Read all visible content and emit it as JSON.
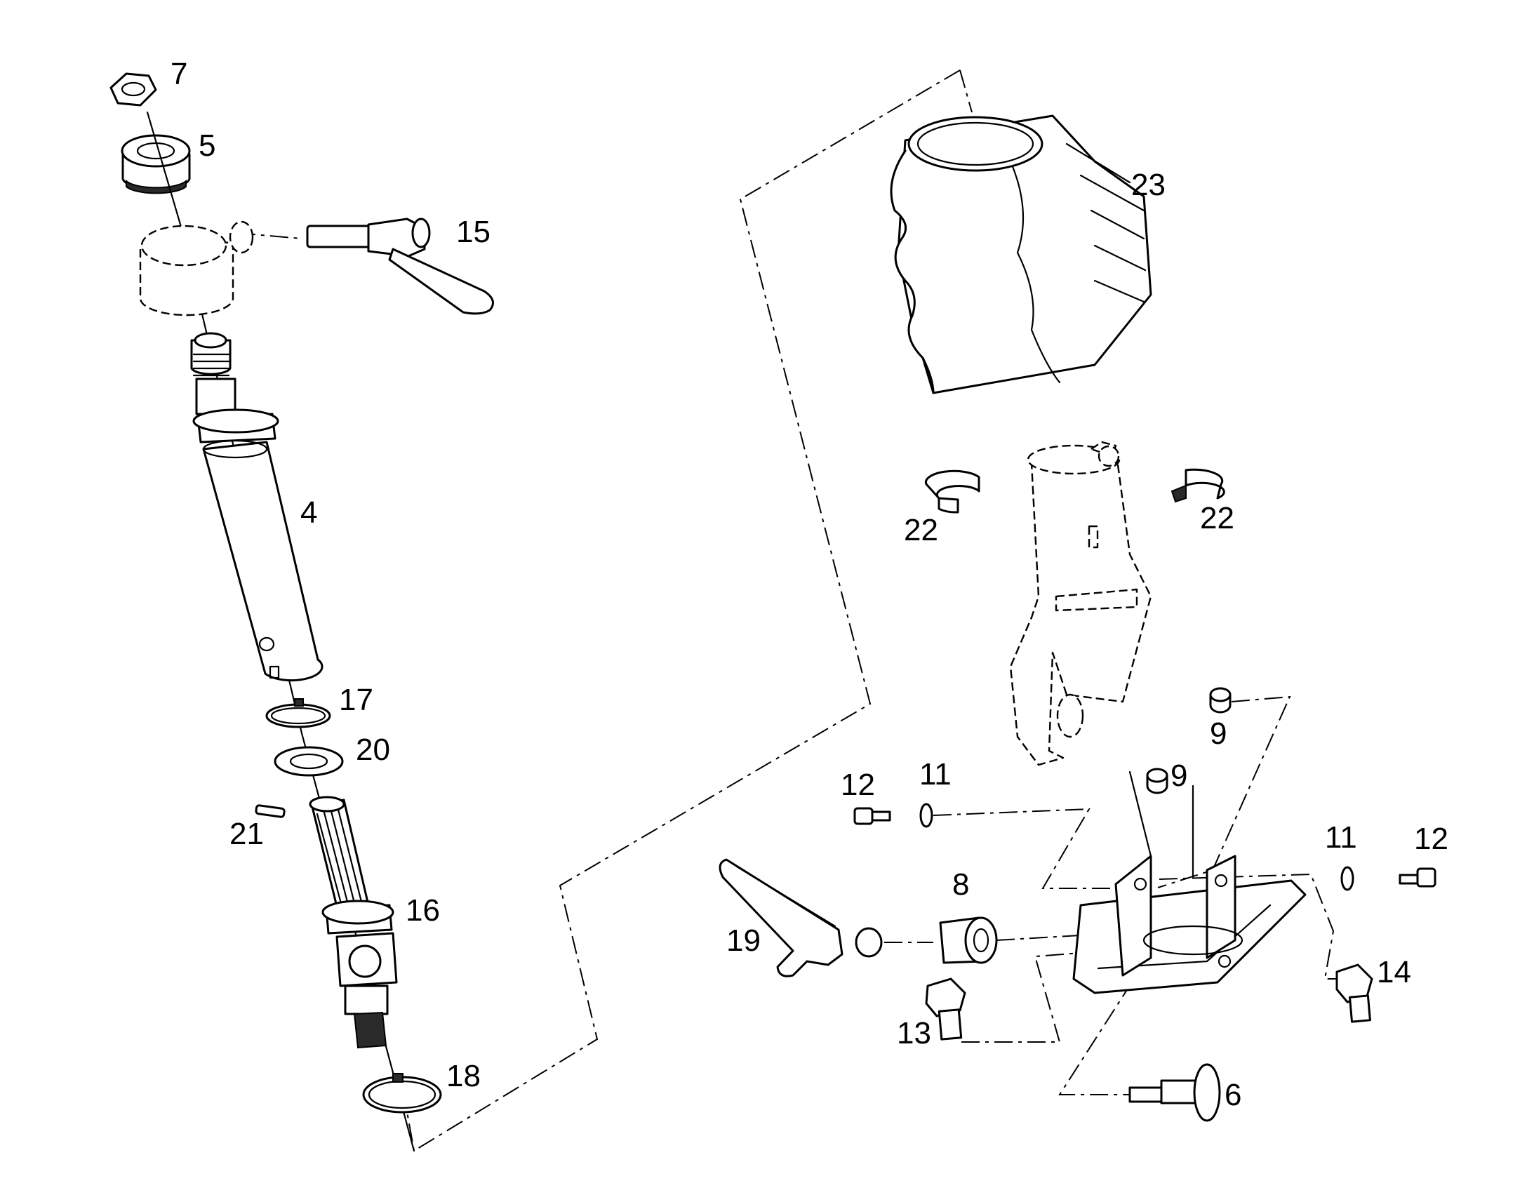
{
  "labels": {
    "p7": "7",
    "p5": "5",
    "p15": "15",
    "p4": "4",
    "p17": "17",
    "p20": "20",
    "p21": "21",
    "p16": "16",
    "p18": "18",
    "p23": "23",
    "p22a": "22",
    "p22b": "22",
    "p9a": "9",
    "p9b": "9",
    "p12a": "12",
    "p11a": "11",
    "p11b": "11",
    "p12b": "12",
    "p8": "8",
    "p19": "19",
    "p14": "14",
    "p13": "13",
    "p6": "6"
  }
}
